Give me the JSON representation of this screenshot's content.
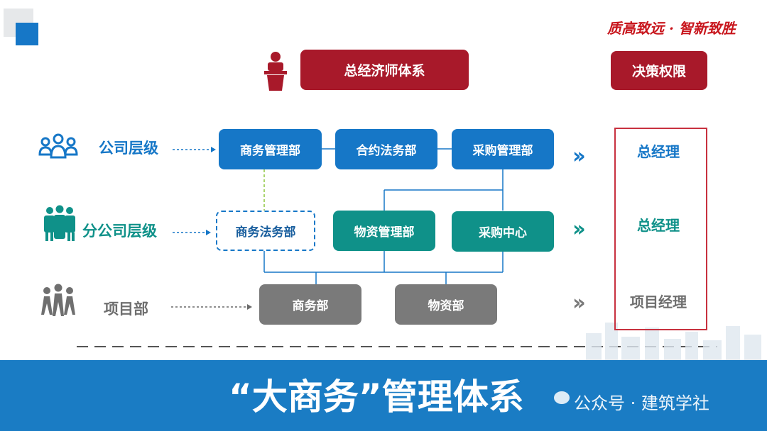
{
  "slogan": "质高致远 · 智新致胜",
  "header": {
    "system": "总经济师体系",
    "authority": "决策权限"
  },
  "levels": [
    {
      "label": "公司层级",
      "icon": "group-icon"
    },
    {
      "label": "分公司层级",
      "icon": "team-icon"
    },
    {
      "label": "项目部",
      "icon": "workers-icon"
    }
  ],
  "company_depts": [
    "商务管理部",
    "合约法务部",
    "采购管理部"
  ],
  "branch_depts": [
    "商务法务部",
    "物资管理部",
    "采购中心"
  ],
  "project_depts": [
    "商务部",
    "物资部"
  ],
  "authority_roles": [
    "总经理",
    "总经理",
    "项目经理"
  ],
  "colors": {
    "company": "#1677c7",
    "branch": "#0f9189",
    "project": "#7a7a7a",
    "accent": "#a8192a",
    "banner": "#1a7cc4"
  },
  "banner": {
    "title": "“大商务”管理体系",
    "watermark": "公众号 · 建筑学社"
  }
}
